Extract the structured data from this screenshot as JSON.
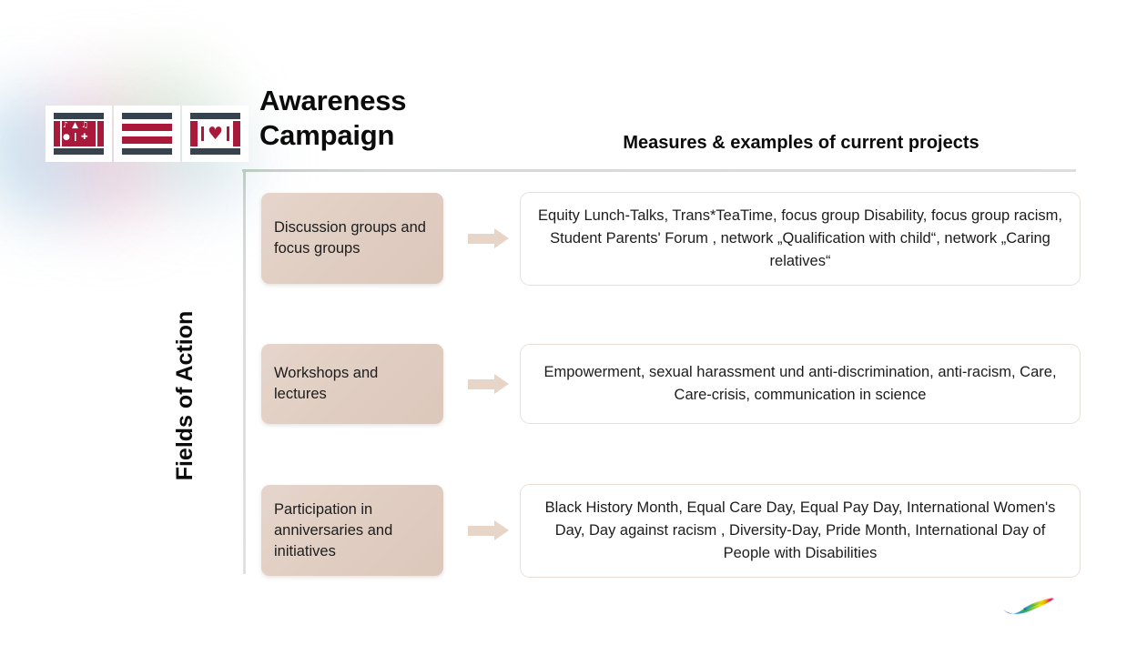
{
  "slide": {
    "title": "Awareness Campaign",
    "axis_label": "Fields of Action",
    "column_heading": "Measures & examples of current projects"
  },
  "logo": {
    "name": "awareness-campaign-logo",
    "tile_symbols_1": [
      "♪",
      "▲",
      "♫",
      "●",
      "❙",
      "✚"
    ],
    "tile_3_heart": "♥",
    "colors": {
      "red": "#a8193a",
      "dark": "#36434f"
    }
  },
  "rows": [
    {
      "field": "Discussion groups and focus groups",
      "arrow": "arrow-right-icon",
      "measures": "Equity Lunch-Talks, Trans*TeaTime, focus group Disability, focus group racism, Student Parents' Forum , network „Qualification with child“, network „Caring relatives“"
    },
    {
      "field": "Workshops and lectures",
      "arrow": "arrow-right-icon",
      "measures": "Empowerment, sexual harassment und anti-discrimination, anti-racism, Care, Care-crisis, communication in science"
    },
    {
      "field": "Participation in anniversaries and initiatives",
      "arrow": "arrow-right-icon",
      "measures": "Black History Month, Equal Care Day, Equal Pay Day, International Women's Day, Day against racism , Diversity-Day, Pride Month, International Day of People with Disabilities"
    }
  ],
  "footer": {
    "logo_name": "rainbow-swoosh-logo"
  },
  "colors": {
    "field_box": "#e0cdc1",
    "arrow": "#e7d5c8",
    "measure_border": "#eadfd6",
    "rule": "#dcdddd",
    "text": "#1c1c1c"
  }
}
